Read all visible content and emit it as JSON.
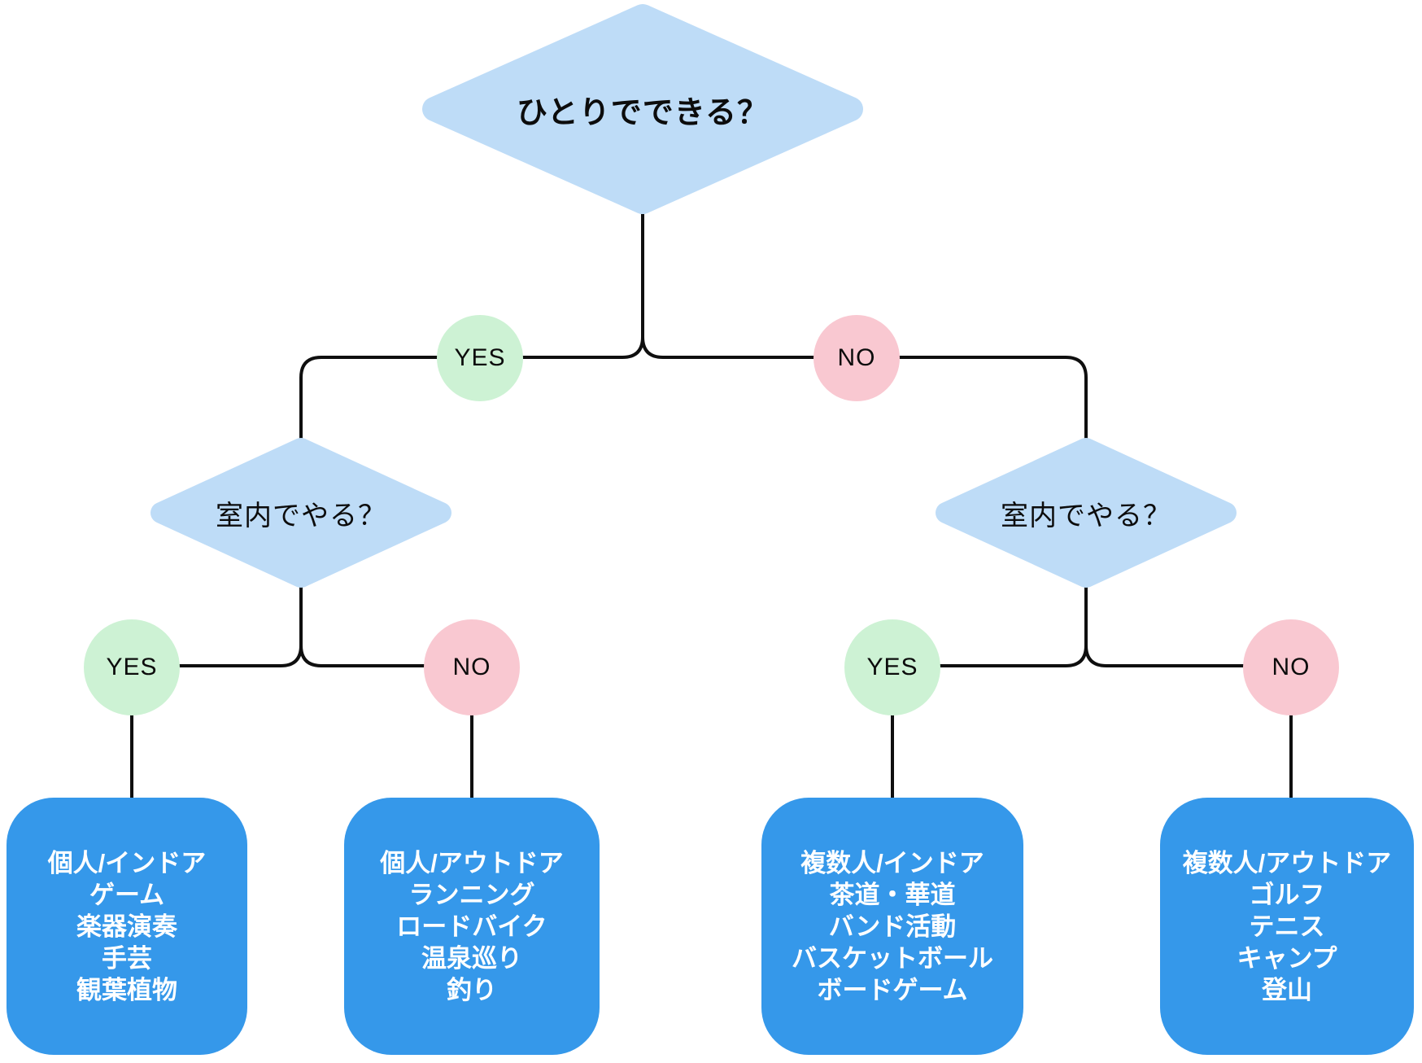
{
  "root_question": "ひとりでできる？",
  "labels": {
    "yes": "YES",
    "no": "NO"
  },
  "questions": {
    "indoor_left": "室内でやる？",
    "indoor_right": "室内でやる？"
  },
  "outcomes": [
    {
      "title": "個人/インドア",
      "items": [
        "ゲーム",
        "楽器演奏",
        "手芸",
        "観葉植物"
      ]
    },
    {
      "title": "個人/アウトドア",
      "items": [
        "ランニング",
        "ロードバイク",
        "温泉巡り",
        "釣り"
      ]
    },
    {
      "title": "複数人/インドア",
      "items": [
        "茶道・華道",
        "バンド活動",
        "バスケットボール",
        "ボードゲーム"
      ]
    },
    {
      "title": "複数人/アウトドア",
      "items": [
        "ゴルフ",
        "テニス",
        "キャンプ",
        "登山"
      ]
    }
  ],
  "colors": {
    "decision_fill": "#BEDCF7",
    "yes_fill": "#CDF2D4",
    "no_fill": "#F9C8D1",
    "outcome_fill": "#3598EA",
    "connector": "#0F0F0F"
  }
}
